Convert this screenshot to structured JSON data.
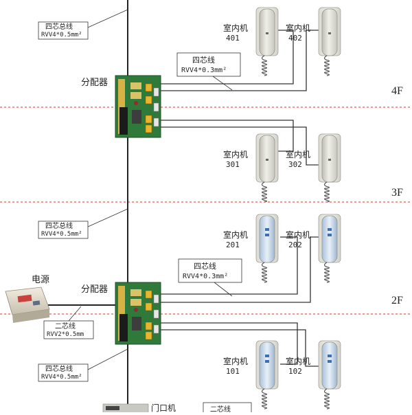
{
  "floors": [
    "4F",
    "3F",
    "2F"
  ],
  "units": [
    {
      "label": "室内机",
      "number": "401"
    },
    {
      "label": "室内机",
      "number": "402"
    },
    {
      "label": "室内机",
      "number": "301"
    },
    {
      "label": "室内机",
      "number": "302"
    },
    {
      "label": "室内机",
      "number": "201"
    },
    {
      "label": "室内机",
      "number": "202"
    },
    {
      "label": "室内机",
      "number": "101"
    },
    {
      "label": "室内机",
      "number": "102"
    }
  ],
  "distributor_label": "分配器",
  "power_label": "电源",
  "door_unit_label": "门口机",
  "cables": {
    "bus": {
      "title": "四芯总线",
      "spec": "RVV4*0.5mm²"
    },
    "branch": {
      "title": "四芯线",
      "spec": "RVV4*0.3mm²"
    },
    "power": {
      "title": "二芯线",
      "spec": "RVV2*0.5mm"
    },
    "bottom": {
      "title": "二芯线"
    }
  }
}
